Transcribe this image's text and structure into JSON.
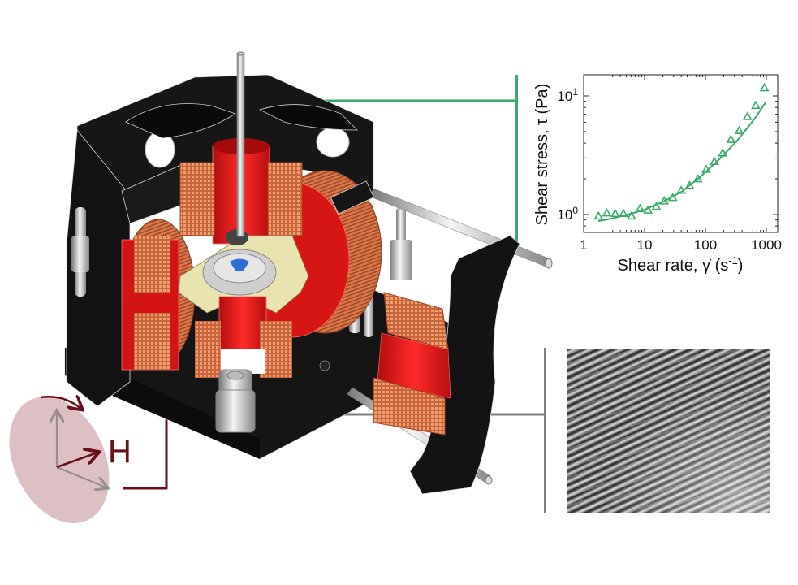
{
  "figure": {
    "description": "Magneto-rheology setup cutaway with rheometer shaft, electromagnet coils, microscope objective; inset shear-stress plot and micrograph",
    "field_label": "H",
    "colors": {
      "green_connector": "#3aaa6a",
      "gray_connector": "#7f7f7f",
      "field_dark_red": "#6b0f1a",
      "ellipse_fill": "#d9b9bd",
      "axes_arrow_gray": "#9a8f90",
      "coil_red": "#d41414",
      "copper": "#d9774a",
      "frame_black": "#141414",
      "holder_yellow": "#e9e3b0"
    }
  },
  "chart_data": {
    "type": "scatter",
    "title": "",
    "xlabel": "Shear rate, γ̇ (s⁻¹)",
    "ylabel": "Shear stress, τ (Pa)",
    "xscale": "log",
    "yscale": "log",
    "xlim": [
      1,
      1600
    ],
    "ylim": [
      0.72,
      16
    ],
    "x_ticks": [
      "1",
      "10",
      "100",
      "1000"
    ],
    "y_ticks": [
      "10⁰",
      "10¹"
    ],
    "grid": false,
    "marker": "open-triangle",
    "color": "#3aaa6a",
    "series": [
      {
        "name": "data",
        "x": [
          1.75,
          2.4,
          3.3,
          4.5,
          6.1,
          8.4,
          11.4,
          15.6,
          21,
          29,
          40,
          55,
          75,
          103,
          140,
          192,
          262,
          357,
          490,
          670,
          930
        ],
        "values": [
          0.97,
          1.03,
          1.02,
          1.02,
          0.97,
          1.12,
          1.09,
          1.17,
          1.3,
          1.39,
          1.6,
          1.76,
          2.0,
          2.4,
          2.8,
          3.3,
          4.3,
          5.1,
          6.7,
          8.3,
          11.7
        ]
      },
      {
        "name": "fit",
        "x": [
          1.75,
          3,
          5,
          10,
          20,
          40,
          80,
          160,
          320,
          640,
          1000
        ],
        "values": [
          0.88,
          0.93,
          0.99,
          1.1,
          1.28,
          1.55,
          2.05,
          2.85,
          4.1,
          6.4,
          9.0
        ]
      }
    ],
    "labels": {
      "x_tick_1": "1",
      "x_tick_10": "10",
      "x_tick_100": "100",
      "x_tick_1000": "1000",
      "y_tick_0": "10",
      "y_tick_0_exp": "0",
      "y_tick_1": "10",
      "y_tick_1_exp": "1",
      "xlabel_main": "Shear rate, γ̇ (s",
      "xlabel_exp": "-1",
      "xlabel_close": ")",
      "ylabel": "Shear stress, τ (Pa)"
    }
  }
}
